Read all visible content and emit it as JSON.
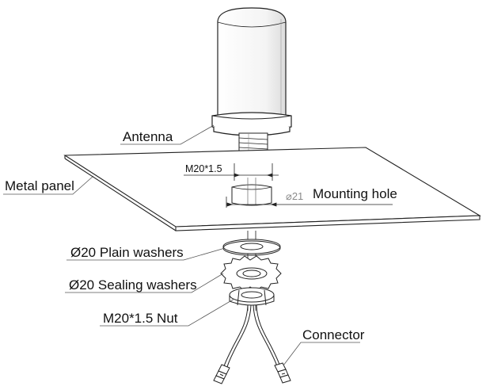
{
  "labels": {
    "antenna": "Antenna",
    "metal_panel": "Metal panel",
    "thread": "M20*1.5",
    "hole_diameter": "⌀21",
    "mounting_hole": "Mounting hole",
    "plain_washers": "Ø20 Plain washers",
    "sealing_washers": "Ø20 Sealing washers",
    "nut": "M20*1.5 Nut",
    "connector": "Connector"
  },
  "colors": {
    "line": "#222222",
    "leader": "#555555",
    "dimension_text": "#8a8a8a"
  }
}
